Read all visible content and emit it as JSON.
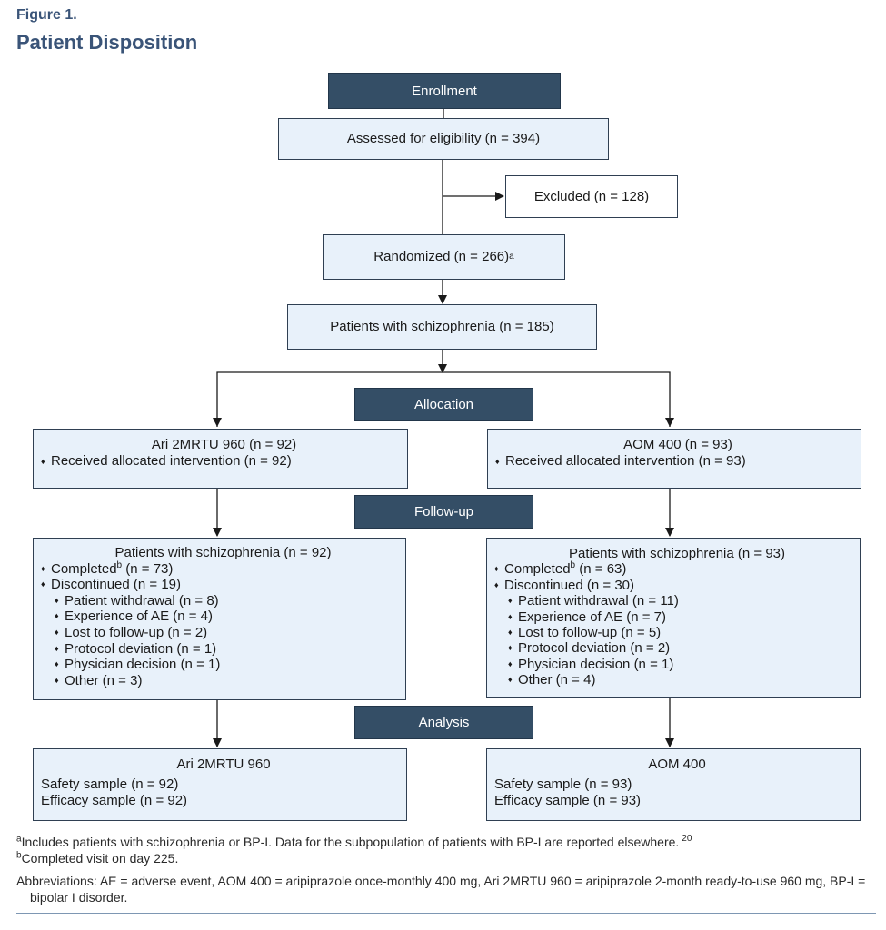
{
  "figure": {
    "label": "Figure 1.",
    "title": "Patient Disposition"
  },
  "stages": {
    "enrollment": "Enrollment",
    "allocation": "Allocation",
    "follow_up": "Follow-up",
    "analysis": "Analysis"
  },
  "boxes": {
    "assessed": "Assessed for eligibility (n = 394)",
    "excluded": "Excluded (n = 128)",
    "randomized": "Randomized (n = 266)",
    "randomized_sup": "a",
    "schizophrenia": "Patients with schizophrenia (n = 185)"
  },
  "arms": [
    {
      "allocation_title": "Ari 2MRTU 960 (n = 92)",
      "received": "Received allocated intervention (n = 92)",
      "followup_title": "Patients with schizophrenia (n = 92)",
      "completed": "Completed",
      "completed_sup": "b",
      "completed_n": " (n = 73)",
      "discontinued": "Discontinued (n = 19)",
      "reasons": [
        "Patient withdrawal (n = 8)",
        "Experience of AE (n = 4)",
        "Lost to follow-up (n = 2)",
        "Protocol deviation (n = 1)",
        "Physician decision (n = 1)",
        "Other (n = 3)"
      ],
      "analysis_title": "Ari 2MRTU 960",
      "safety": "Safety sample (n = 92)",
      "efficacy": "Efficacy sample (n = 92)"
    },
    {
      "allocation_title": "AOM 400 (n = 93)",
      "received": "Received allocated intervention (n = 93)",
      "followup_title": "Patients with schizophrenia (n = 93)",
      "completed": "Completed",
      "completed_sup": "b",
      "completed_n": " (n = 63)",
      "discontinued": "Discontinued (n = 30)",
      "reasons": [
        "Patient withdrawal (n = 11)",
        "Experience of AE (n = 7)",
        "Lost to follow-up (n = 5)",
        "Protocol deviation (n = 2)",
        "Physician decision (n = 1)",
        "Other (n = 4)"
      ],
      "analysis_title": "AOM 400",
      "safety": "Safety sample (n = 93)",
      "efficacy": "Efficacy sample (n = 93)"
    }
  ],
  "footnotes": {
    "a_mark": "a",
    "a_text": "Includes patients with schizophrenia or BP-I. Data for the subpopulation of patients with BP-I are reported elsewhere.",
    "a_ref": "20",
    "b_mark": "b",
    "b_text": "Completed visit on day 225.",
    "abbreviations": "Abbreviations: AE = adverse event, AOM 400 = aripiprazole once-monthly 400 mg, Ari 2MRTU 960 = aripiprazole 2-month ready-to-use 960 mg, BP-I = bipolar I disorder."
  },
  "colors": {
    "stage_fill": "#344e66",
    "box_fill": "#e8f1fa",
    "title": "#3a5478"
  }
}
